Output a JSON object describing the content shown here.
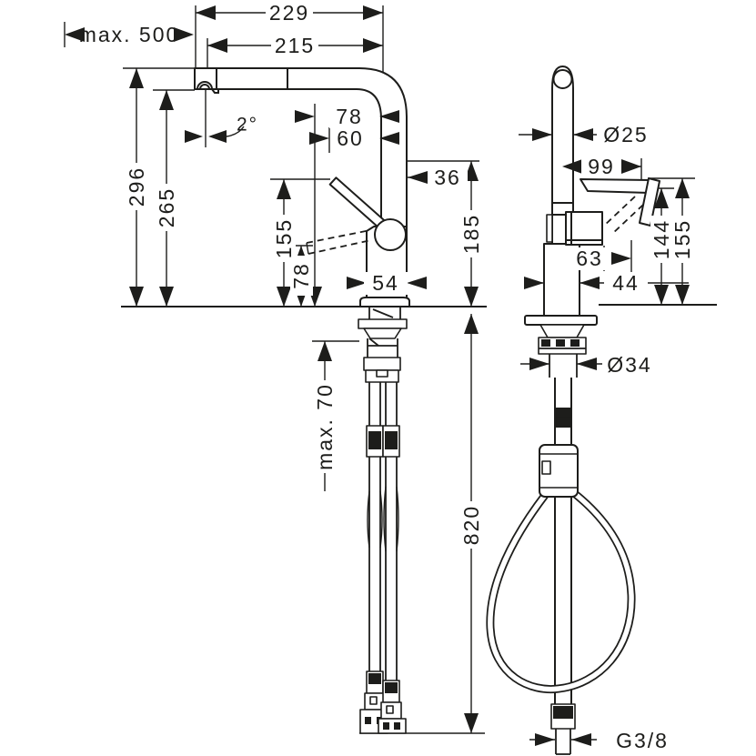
{
  "drawing": {
    "title": "Kitchen mixer tap technical dimension drawing",
    "line_color": "#1d1d1b",
    "background_color": "#ffffff",
    "front_view": {
      "dims": {
        "reach_overall": "229",
        "reach_aerator": "215",
        "pullout_length": "max. 500",
        "spray_angle": "2°",
        "height_spout_top": "296",
        "height_outlet": "265",
        "offset_a": "78",
        "offset_b": "60",
        "offset_c": "36",
        "lever_raised_height": "155",
        "lever_lowered_height": "78",
        "hose_drop": "185",
        "body_width": "54",
        "mounting_thickness": "max. 70",
        "hose_length": "820"
      }
    },
    "side_view": {
      "dims": {
        "pipe_diameter": "Ø25",
        "handle_length": "99",
        "handle_offset": "63",
        "handle_height_low": "144",
        "handle_height_high": "155",
        "body_depth": "44",
        "shank_diameter": "Ø34",
        "connection_thread": "G3/8"
      }
    }
  }
}
